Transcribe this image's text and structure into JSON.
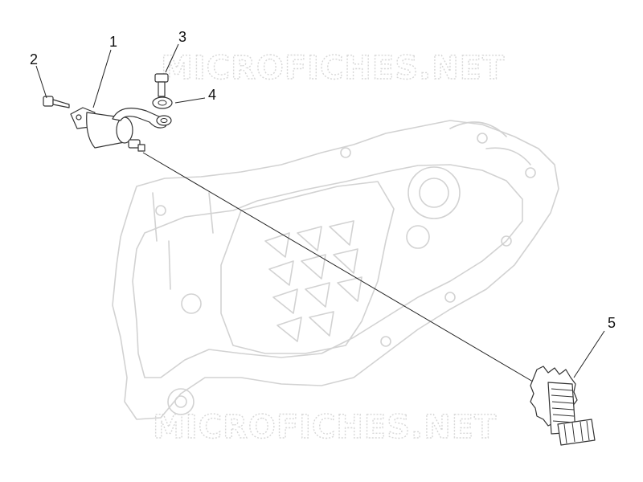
{
  "watermark": {
    "text": "MICROFICHES.NET"
  },
  "callouts": {
    "c1": "1",
    "c2": "2",
    "c3": "3",
    "c4": "4",
    "c5": "5"
  }
}
